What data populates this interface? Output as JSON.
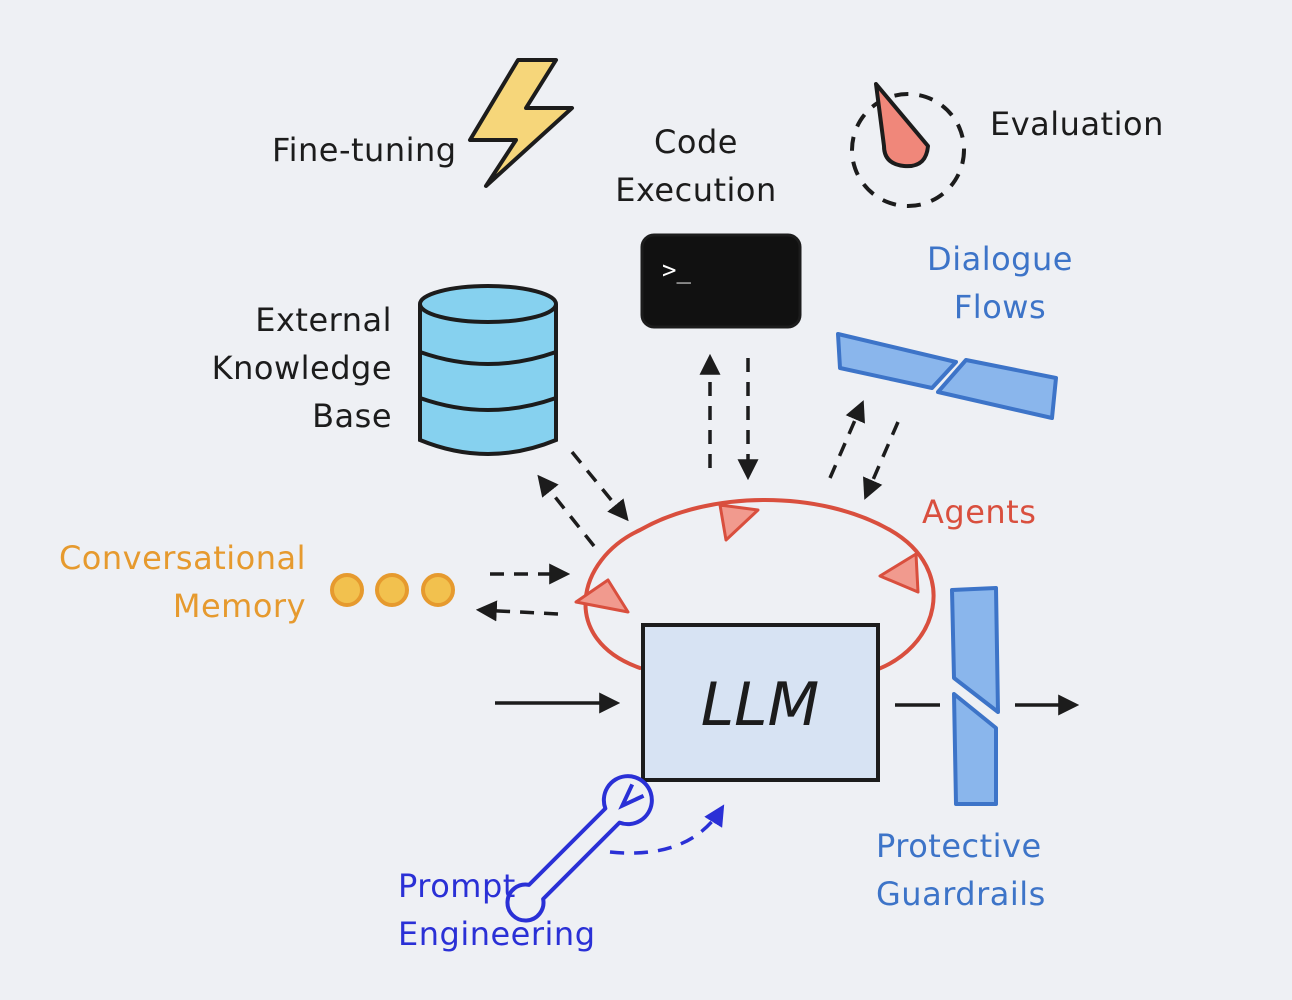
{
  "diagram": {
    "center": "LLM",
    "fine_tuning": "Fine-tuning",
    "code_execution": [
      "Code",
      "Execution"
    ],
    "terminal_prompt": ">_",
    "evaluation": "Evaluation",
    "dialogue_flows": [
      "Dialogue",
      "Flows"
    ],
    "external_knowledge_base": [
      "External",
      "Knowledge",
      "Base"
    ],
    "agents": "Agents",
    "conversational_memory": [
      "Conversational",
      "Memory"
    ],
    "protective_guardrails": [
      "Protective",
      "Guardrails"
    ],
    "prompt_engineering": [
      "Prompt",
      "Engineering"
    ]
  },
  "colors": {
    "background": "#eef0f4",
    "ink": "#1c1c1c",
    "llm_fill": "#d7e3f3",
    "database_fill": "#86d1ef",
    "memory": "#e69a2e",
    "agents": "#d94f3e",
    "dialogue_blue": "#3d74c8",
    "guardrail_fill": "#8ab6ec",
    "prompt_blue": "#2a30d6",
    "bolt_fill": "#f6d67a",
    "gauge_fill": "#f0877a"
  },
  "icons": [
    "lightning-bolt-icon",
    "gauge-icon",
    "terminal-icon",
    "database-icon",
    "wrench-icon",
    "memory-dots-icon"
  ]
}
